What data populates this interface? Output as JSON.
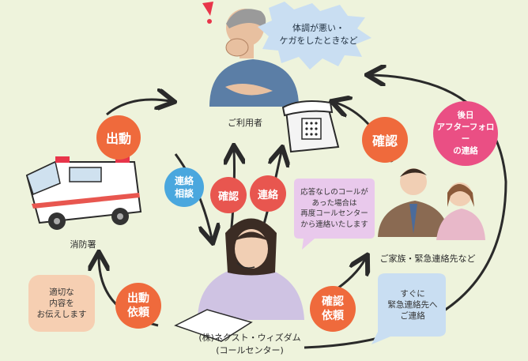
{
  "labels": {
    "user": "ご利用者",
    "fire_station": "消防署",
    "family": "ご家族・緊急連絡先など",
    "company": "(株)ネクスト・ウィズダム\n(コールセンター)"
  },
  "badges": {
    "shutsudo": "出動",
    "renraku_soudan": "連絡\n相談",
    "kakunin_mid": "確認",
    "renraku": "連絡",
    "kakunin_right": "確認",
    "gojitsu": "後日\nアフターフォロー\nの連絡",
    "shutsudo_irai": "出動\n依頼",
    "kakunin_irai": "確認\n依頼"
  },
  "bubbles": {
    "condition": "体調が悪い・\nケガをしたときなど",
    "no_answer": "応答なしのコールが\nあった場合は\n再度コールセンター\nから連絡いたします",
    "proper_info": "適切な\n内容を\nお伝えします",
    "urgent_contact": "すぐに\n緊急連絡先へ\nご連絡"
  },
  "colors": {
    "background": "#eef3dc",
    "badge_orange": "#ef6a3c",
    "badge_red": "#e8564f",
    "badge_blue": "#4aa7de",
    "badge_pink": "#ea4f84",
    "bubble_peach": "#f6cfb2",
    "bubble_lavender": "#e9c9ec",
    "bubble_blue": "#c9def2"
  },
  "icons": {
    "alert": "exclamation-icon",
    "phone": "desk-phone-icon",
    "ambulance": "ambulance-icon"
  }
}
